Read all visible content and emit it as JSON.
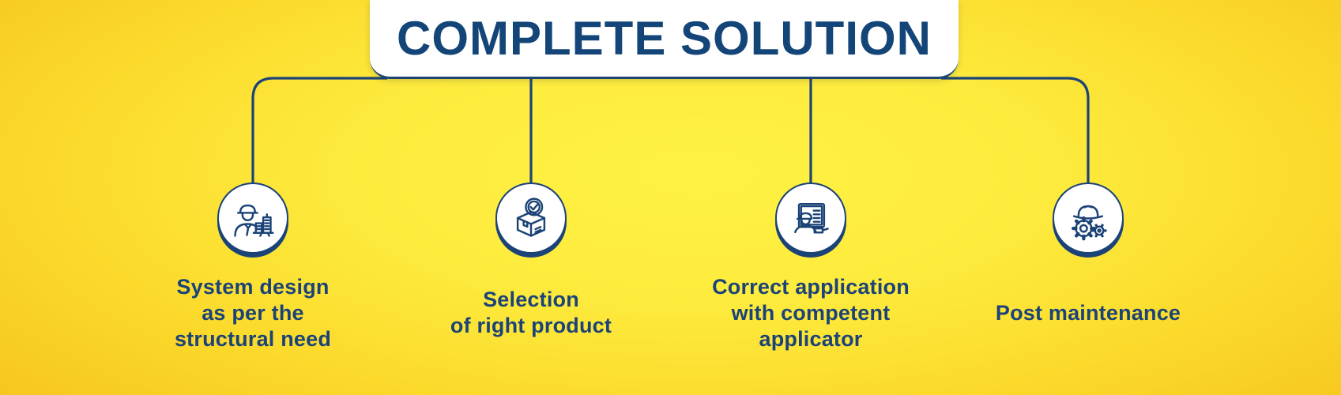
{
  "title": {
    "text": "COMPLETE SOLUTION"
  },
  "colors": {
    "background_center": "#fff243",
    "background_edge": "#f6c31d",
    "accent_navy": "#1b4377",
    "title_navy": "#144578",
    "card_white": "#ffffff"
  },
  "steps": [
    {
      "id": "system-design",
      "icon": "engineer-design-icon",
      "label": "System design\nas per the\nstructural need"
    },
    {
      "id": "product-selection",
      "icon": "product-box-check-icon",
      "label": "Selection\nof right product"
    },
    {
      "id": "correct-application",
      "icon": "applicator-screen-icon",
      "label": "Correct application\nwith competent\napplicator"
    },
    {
      "id": "post-maintenance",
      "icon": "gears-helmet-icon",
      "label": "Post maintenance"
    }
  ]
}
